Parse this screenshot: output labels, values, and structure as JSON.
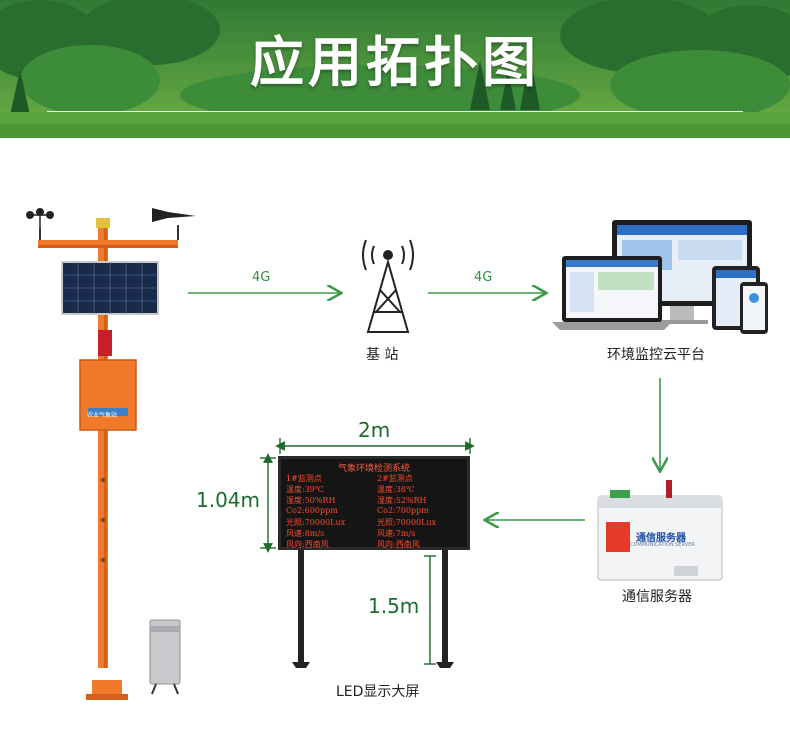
{
  "header": {
    "title": "应用拓扑图"
  },
  "nodes": {
    "base_station": {
      "label": "基  站",
      "icon": "radio-tower-icon"
    },
    "cloud_platform": {
      "label": "环境监控云平台",
      "icon": "computer-devices-icon"
    },
    "comm_server": {
      "label": "通信服务器",
      "brand": "通信服务器",
      "brand_sub": "COMMUNICATION SERVER",
      "icon": "server-box-icon"
    },
    "led_display": {
      "label": "LED显示大屏"
    },
    "weather_station": {
      "icon": "weather-station-pole-icon",
      "cabinet_text": "农业气象站"
    },
    "rain_gauge": {
      "icon": "rain-gauge-icon"
    }
  },
  "links": [
    {
      "from": "weather_station",
      "to": "base_station",
      "label": "4G"
    },
    {
      "from": "base_station",
      "to": "cloud_platform",
      "label": "4G"
    },
    {
      "from": "cloud_platform",
      "to": "comm_server",
      "label": ""
    },
    {
      "from": "comm_server",
      "to": "led_display",
      "label": ""
    }
  ],
  "dimensions": {
    "width": "2m",
    "height": "1.04m",
    "mount_height": "1.5m"
  },
  "led_screen": {
    "title": "气象环境检测系统",
    "rows": [
      [
        "1#监测点",
        "2#监测点"
      ],
      [
        "温度:39℃",
        "温度:38℃"
      ],
      [
        "湿度:50%RH",
        "湿度:52%RH"
      ],
      [
        "Co2:600ppm",
        "Co2:700ppm"
      ],
      [
        "光照:70000Lux",
        "光照:70000Lux"
      ],
      [
        "风速:8m/s",
        "风速:7m/s"
      ],
      [
        "风向:西南风",
        "风向:西南风"
      ]
    ]
  },
  "colors": {
    "arrow": "#3c9a4a",
    "pole": "#f07a2a",
    "banner": "#3f8a3a",
    "led_text": "#ff4a2c"
  }
}
